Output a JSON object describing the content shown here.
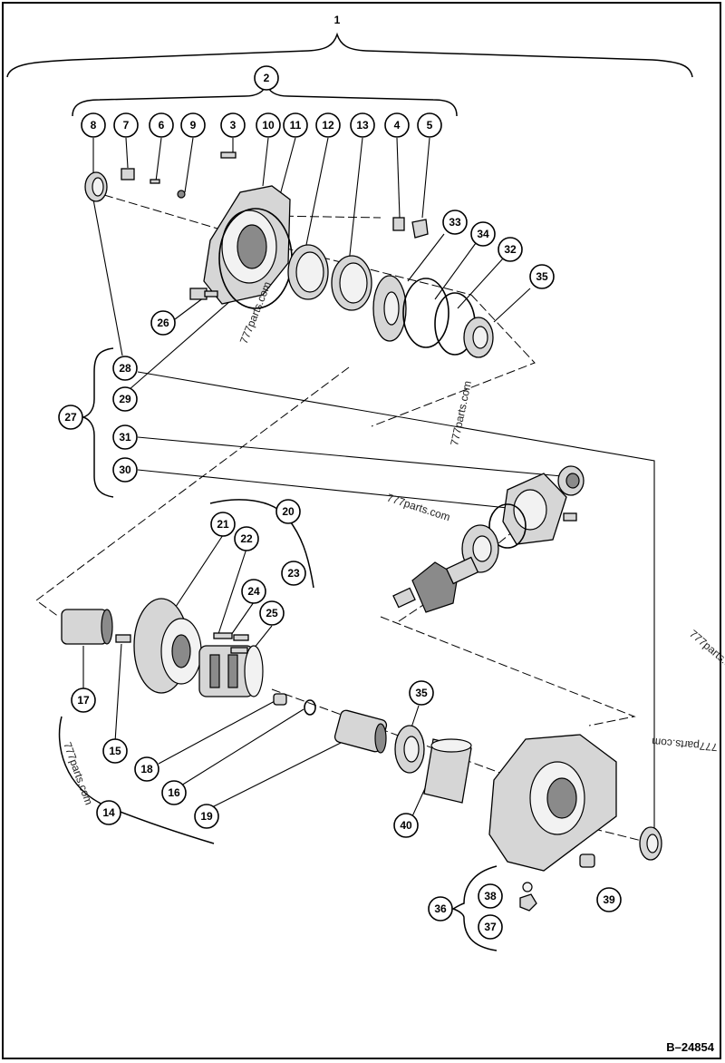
{
  "reference_code": "B–24854",
  "watermark": "777parts.com",
  "callouts": [
    "1",
    "2",
    "3",
    "4",
    "5",
    "6",
    "7",
    "8",
    "9",
    "10",
    "11",
    "12",
    "13",
    "14",
    "15",
    "16",
    "17",
    "18",
    "19",
    "20",
    "21",
    "22",
    "23",
    "24",
    "25",
    "26",
    "27",
    "28",
    "29",
    "30",
    "31",
    "32",
    "33",
    "34",
    "35",
    "36",
    "37",
    "38",
    "39",
    "40"
  ],
  "colors": {
    "line": "#000000",
    "part_fill": "#d6d6d6",
    "part_shadow": "#8a8a8a",
    "background": "#ffffff"
  }
}
